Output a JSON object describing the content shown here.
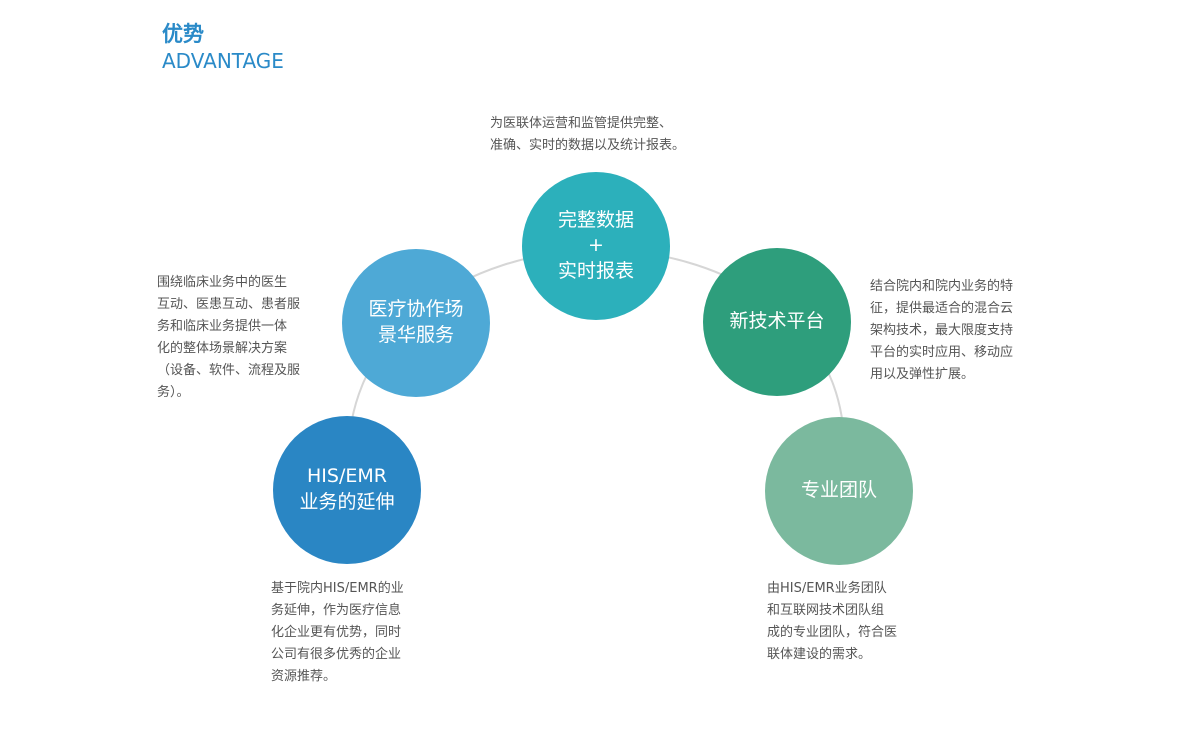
{
  "header": {
    "title_zh": "优势",
    "title_en": "ADVANTAGE"
  },
  "colors": {
    "accent": "#2a8ac8",
    "node_blue_dark": "#2a86c4",
    "node_blue_light": "#4ea9d6",
    "node_teal": "#2cb0bb",
    "node_green": "#2e9e7c",
    "node_green_light": "#7bb99e",
    "arc": "#d6d6d6"
  },
  "nodes": {
    "his_emr": {
      "line1": "HIS/EMR",
      "line2": "业务的延伸"
    },
    "collab": {
      "line1": "医疗协作场",
      "line2": "景华服务"
    },
    "data": {
      "line1": "完整数据",
      "line2": "+",
      "line3": "实时报表"
    },
    "tech": {
      "line1": "新技术平台"
    },
    "team": {
      "line1": "专业团队"
    }
  },
  "descriptions": {
    "data": [
      "为医联体运营和监管提供完整、",
      "准确、实时的数据以及统计报表。"
    ],
    "collab": [
      "围绕临床业务中的医生",
      "互动、医患互动、患者服",
      "务和临床业务提供一体",
      "化的整体场景解决方案",
      "（设备、软件、流程及服",
      "务）。"
    ],
    "tech": [
      "结合院内和院内业务的特",
      "征，提供最适合的混合云",
      "架构技术，最大限度支持",
      "平台的实时应用、移动应",
      "用以及弹性扩展。"
    ],
    "his_emr": [
      "基于院内HIS/EMR的业",
      "务延伸，作为医疗信息",
      "化企业更有优势，同时",
      "公司有很多优秀的企业",
      "资源推荐。"
    ],
    "team": [
      "由HIS/EMR业务团队",
      "和互联网技术团队组",
      "成的专业团队，符合医",
      "联体建设的需求。"
    ]
  }
}
